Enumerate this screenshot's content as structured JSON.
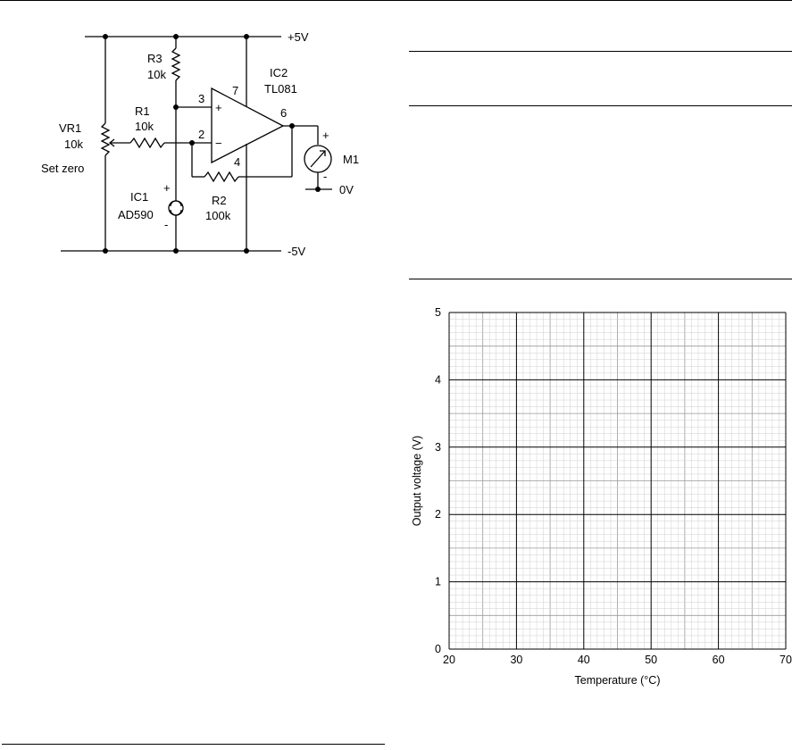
{
  "schematic": {
    "rail_pos": "+5V",
    "rail_neg": "-5V",
    "ground": "0V",
    "r3": {
      "name": "R3",
      "value": "10k"
    },
    "r1": {
      "name": "R1",
      "value": "10k"
    },
    "r2": {
      "name": "R2",
      "value": "100k"
    },
    "vr1": {
      "name": "VR1",
      "value": "10k",
      "note": "Set zero"
    },
    "ic1": {
      "name": "IC1",
      "value": "AD590",
      "plus": "+",
      "minus": "-"
    },
    "ic2": {
      "name": "IC2",
      "value": "TL081"
    },
    "pins": {
      "p3": "3",
      "p2": "2",
      "p7": "7",
      "p4": "4",
      "p6": "6",
      "in_plus": "+",
      "in_minus": "−"
    },
    "meter": {
      "name": "M1",
      "plus": "+",
      "minus": "-"
    }
  },
  "chart_data": {
    "type": "line",
    "title": "",
    "xlabel": "Temperature (°C)",
    "ylabel": "Output voltage (V)",
    "xlim": [
      20,
      70
    ],
    "ylim": [
      0,
      5
    ],
    "x_ticks": [
      "20",
      "30",
      "40",
      "50",
      "60",
      "70"
    ],
    "y_ticks": [
      "0",
      "1",
      "2",
      "3",
      "4",
      "5"
    ],
    "grid": true,
    "series": []
  }
}
